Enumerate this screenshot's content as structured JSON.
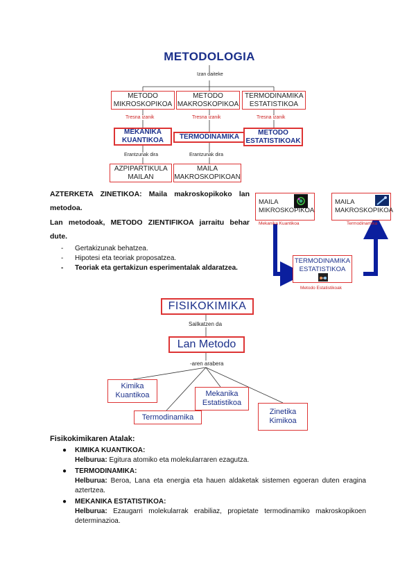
{
  "top_diagram": {
    "title": "METODOLOGIA",
    "sublabel": "Izan daiteke",
    "row1": [
      "METODO MIKROSKOPIKOA",
      "METODO MAKROSKOPIKOA",
      "TERMODINAMIKA ESTATISTIKOA"
    ],
    "connector1": "Tresna izanik",
    "row2": [
      "MEKANIKA KUANTIKOA",
      "TERMODINAMIKA",
      "METODO ESTATISTIKOAK"
    ],
    "connector2": "Erantzunak dira",
    "row3": [
      "AZPIPARTIKULA MAILAN",
      "MAILA MAKROSKOPIKOAN"
    ]
  },
  "intro": {
    "line1": "AZTERKETA ZINETIKOA: Maila makroskopikoko lan metodoa.",
    "line2": "Lan metodoak, METODO ZIENTIFIKOA jarraitu behar dute.",
    "steps": [
      "Gertakizunak behatzea.",
      "Hipotesi eta teoriak proposatzea.",
      "Teoriak eta gertakizun esperimentalak aldaratzea."
    ]
  },
  "flow_diagram": {
    "micro": "MAILA MIKROSKOPIKOA",
    "micro_caption": "Mekanika Kuantikoa",
    "macro": "MAILA MAKROSKOPIKOA",
    "macro_caption": "Termodinamika",
    "stat": "TERMODINAMIKA ESTATISTIKOA",
    "stat_caption": "Metodo Estatistikoak",
    "arrow_color": "#0b1f9e"
  },
  "second_diagram": {
    "title": "FISIKOKIMIKA",
    "sub1": "Sailkatzen da",
    "lan": "Lan Metodo",
    "sub2": "-aren arabera",
    "branches": [
      "Kimika Kuantikoa",
      "Mekanika Estatistikoa",
      "Termodinamika",
      "Zinetika Kimikoa"
    ]
  },
  "atalak": {
    "heading": "Fisikokimikaren Atalak:",
    "items": [
      {
        "name": "KIMIKA KUANTIKOA:",
        "label": "Helburua:",
        "text": "Egitura atomiko eta molekularraren ezagutza."
      },
      {
        "name": "TERMODINAMIKA:",
        "label": "Helburua:",
        "text": "Beroa, Lana eta energia eta hauen aldaketak sistemen egoeran duten eragina aztertzea."
      },
      {
        "name": "MEKANIKA ESTATISTIKOA:",
        "label": "Helburua:",
        "text": "Ezaugarri molekularrak erabiliaz, propietate termodinamiko makroskopikoen determinazioa."
      }
    ]
  },
  "colors": {
    "accent_red": "#d33333",
    "title_blue": "#1a2f8a"
  }
}
